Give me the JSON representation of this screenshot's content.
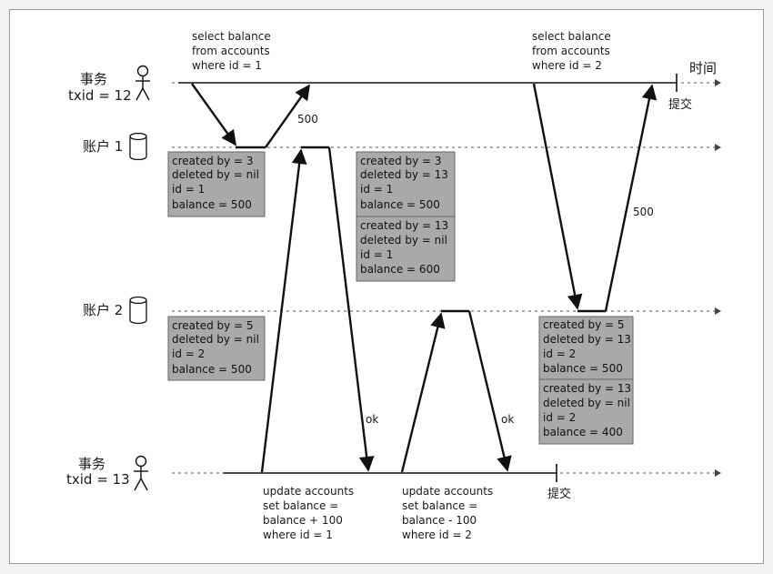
{
  "diagram": {
    "time_label": "时间",
    "tx12": {
      "label": "事务",
      "txid": "txid = 12",
      "commit": "提交",
      "query1": [
        "select balance",
        "from accounts",
        "where id = 1"
      ],
      "query2": [
        "select balance",
        "from accounts",
        "where id = 2"
      ],
      "result1": "500",
      "result2": "500"
    },
    "account1": {
      "label": "账户 1",
      "versions": [
        [
          "created by = 3",
          "deleted by = nil",
          "id = 1",
          "balance = 500"
        ],
        [
          "created by = 3",
          "deleted by = 13",
          "id = 1",
          "balance = 500"
        ],
        [
          "created by = 13",
          "deleted by = nil",
          "id = 1",
          "balance = 600"
        ]
      ]
    },
    "account2": {
      "label": "账户 2",
      "versions": [
        [
          "created by = 5",
          "deleted by = nil",
          "id = 2",
          "balance = 500"
        ],
        [
          "created by = 5",
          "deleted by = 13",
          "id = 2",
          "balance = 500"
        ],
        [
          "created by = 13",
          "deleted by = nil",
          "id = 2",
          "balance = 400"
        ]
      ]
    },
    "tx13": {
      "label": "事务",
      "txid": "txid = 13",
      "commit": "提交",
      "update1": [
        "update accounts",
        "set balance =",
        "balance + 100",
        "where id = 1"
      ],
      "update2": [
        "update accounts",
        "set balance =",
        "balance - 100",
        "where id = 2"
      ],
      "ok1": "ok",
      "ok2": "ok"
    }
  }
}
